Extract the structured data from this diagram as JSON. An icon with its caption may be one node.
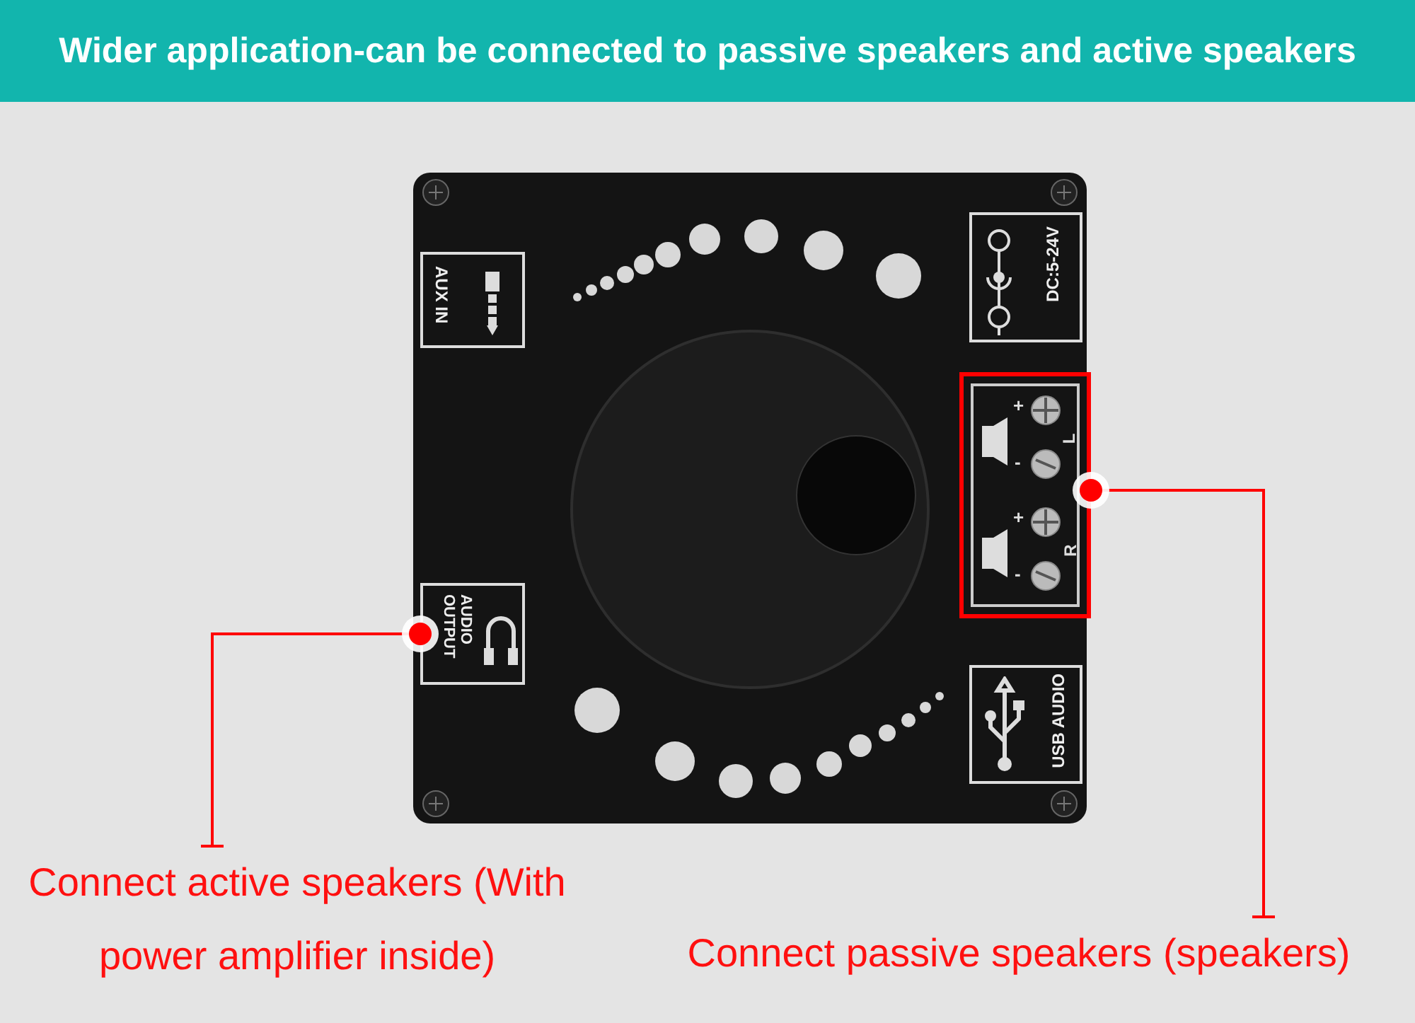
{
  "diagram": {
    "title": "Wider application-can be connected to passive speakers and active speakers",
    "nodes": [
      {
        "text": [],
        "shape": "picture"
      },
      {
        "text": [
          "AUX IN"
        ],
        "in": 0
      },
      {
        "text": [
          "DC:5-24V"
        ],
        "in": 0
      },
      {
        "text": [
          "+",
          "-",
          "L",
          "+",
          "-",
          "R"
        ],
        "in": 0
      },
      {
        "text": [
          "AUDIO OUTPUT"
        ],
        "in": 0
      },
      {
        "text": [
          "USB AUDIO"
        ],
        "in": 0
      },
      {
        "text": [
          "Connect active speakers (With power amplifier inside)"
        ]
      },
      {
        "text": [
          "Connect passive speakers (speakers)"
        ]
      }
    ],
    "edges": [
      {
        "from": 6,
        "to": 4,
        "arrow": "other"
      },
      {
        "from": 7,
        "to": 3,
        "arrow": "other"
      }
    ]
  }
}
